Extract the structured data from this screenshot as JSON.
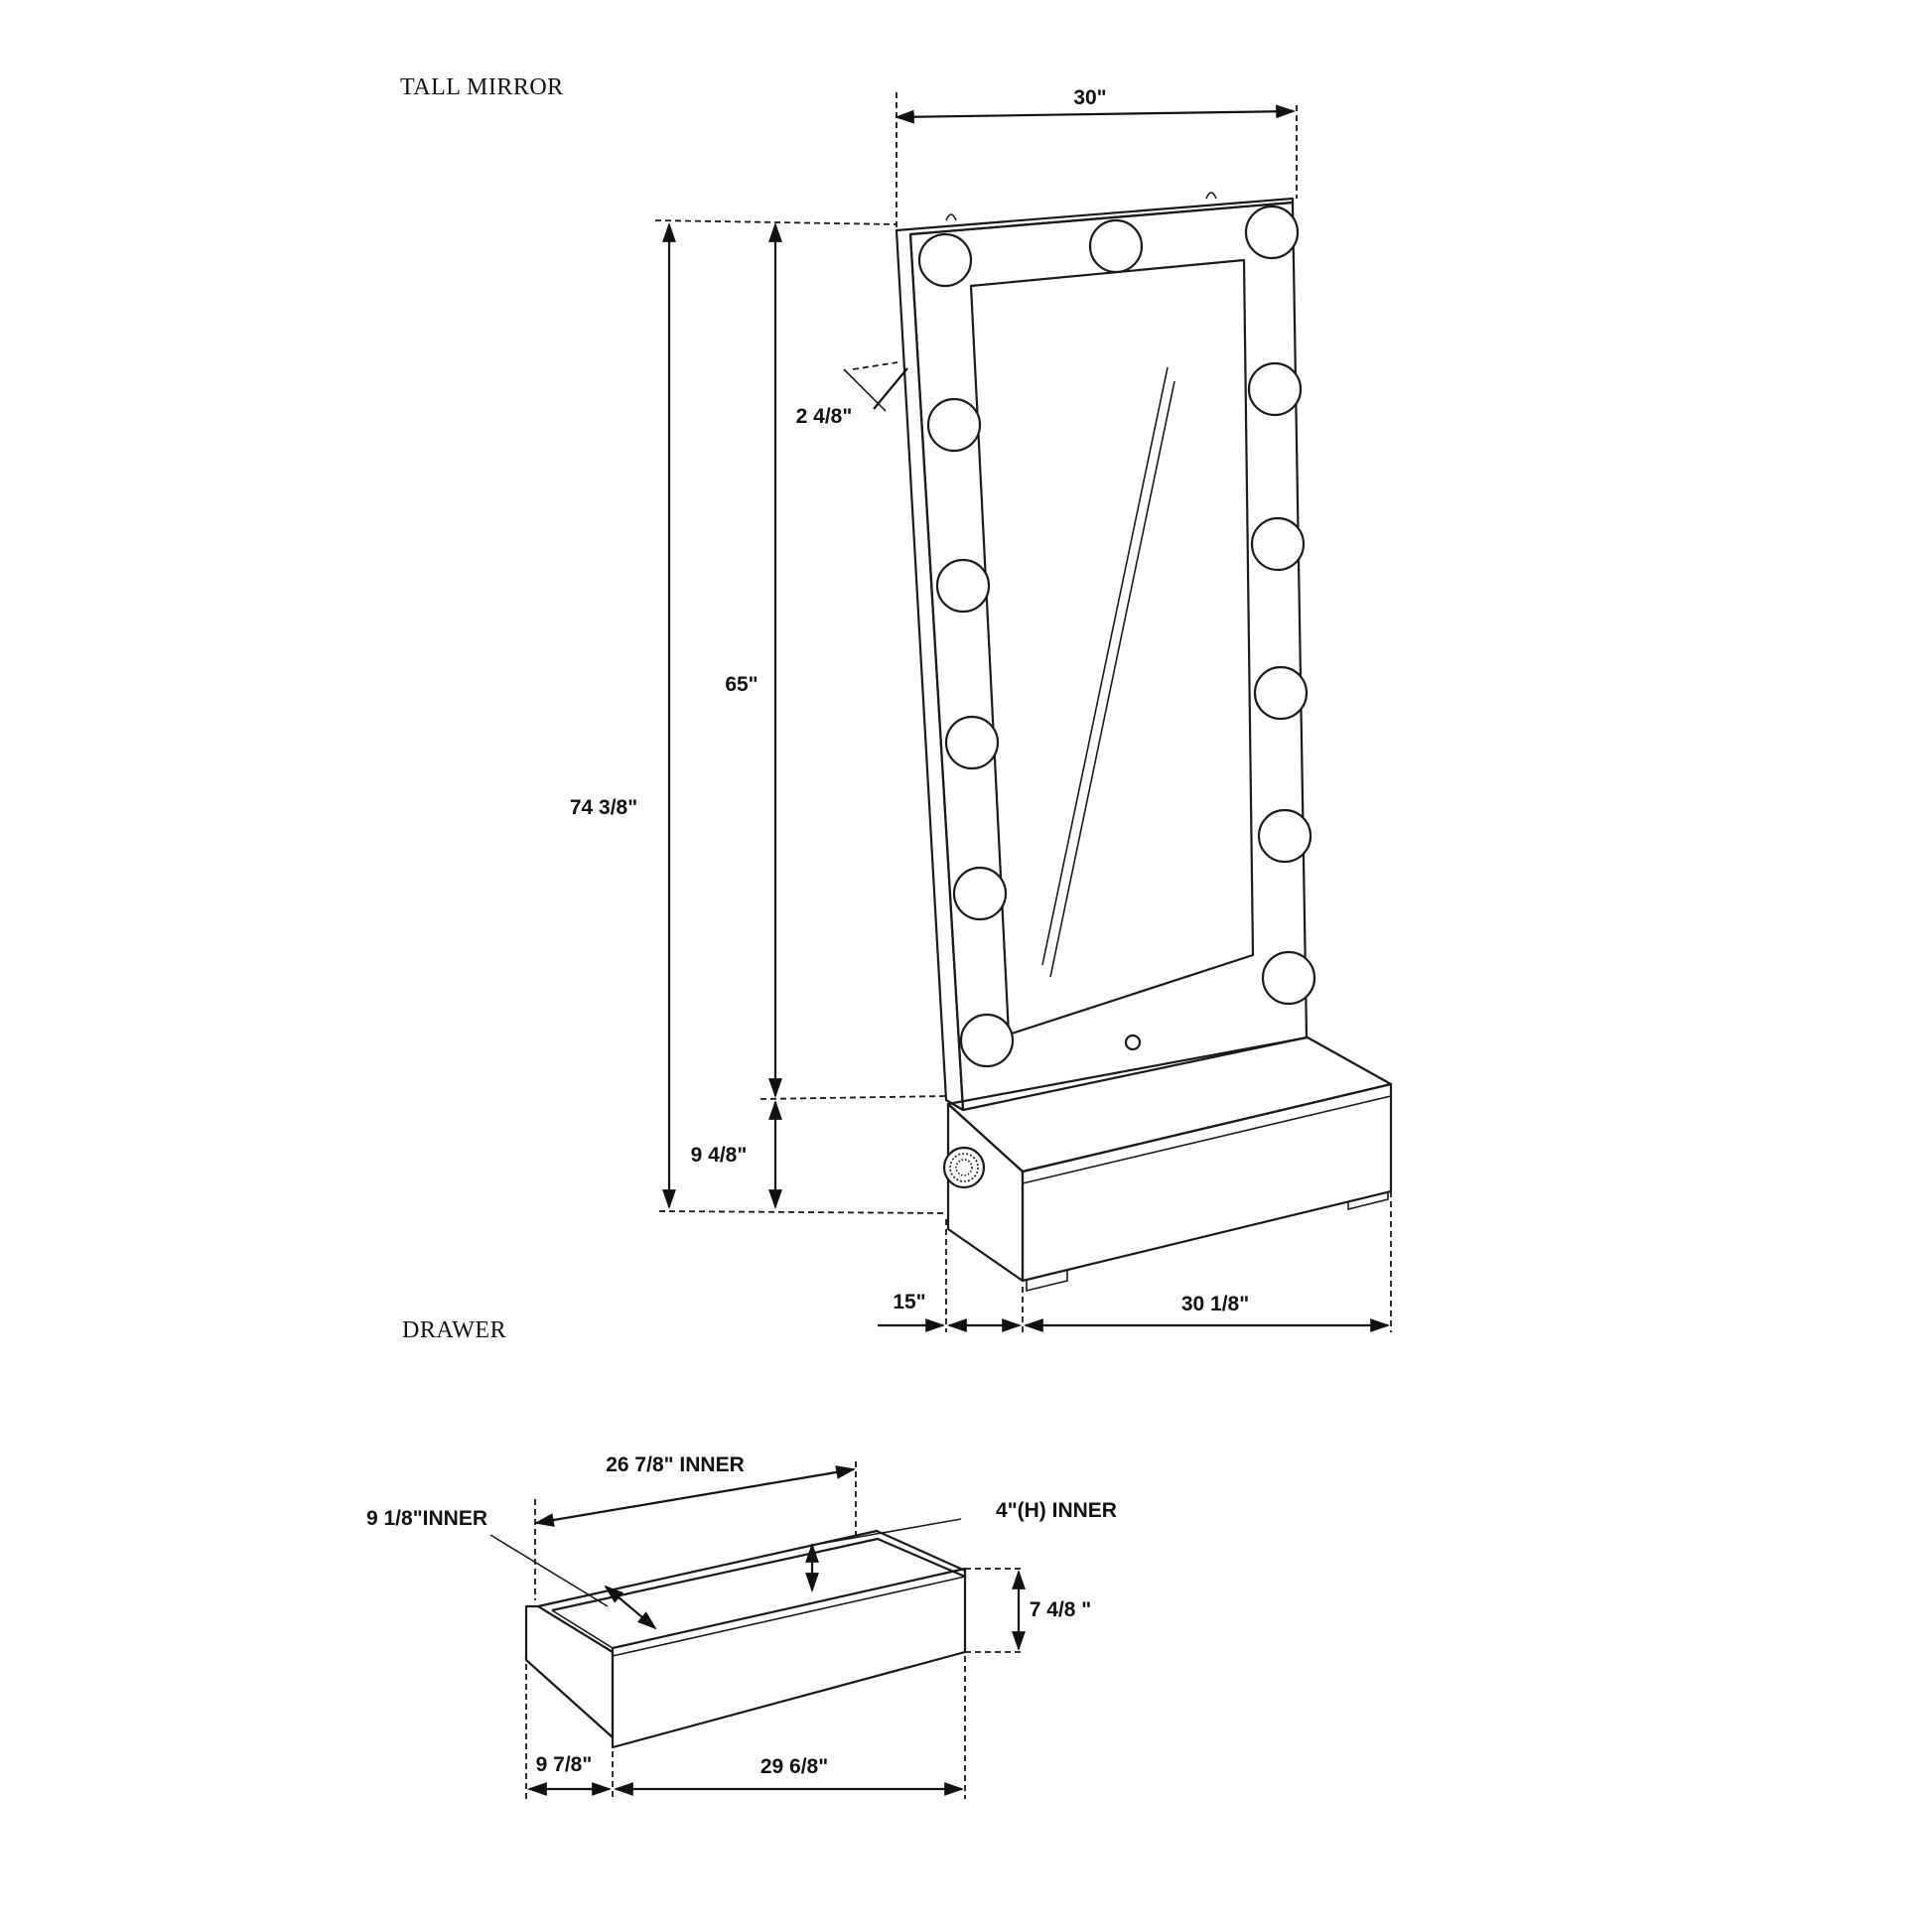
{
  "sections": {
    "mirror_title": "TALL MIRROR",
    "drawer_title": "DRAWER"
  },
  "mirror_dims": {
    "width": "30\"",
    "frame_width": "2 4/8\"",
    "mirror_height": "65\"",
    "total_height": "74 3/8\"",
    "base_height": "9 4/8\"",
    "depth": "15\"",
    "base_width": "30 1/8\""
  },
  "drawer_dims": {
    "inner_width": "26 7/8\" INNER",
    "inner_depth": "9 1/8\"INNER",
    "inner_height": "4\"(H) INNER",
    "height": "7 4/8 \"",
    "depth": "9 7/8\"",
    "width": "29 6/8\""
  },
  "colors": {
    "line": "#1a1a1a",
    "background": "#ffffff"
  }
}
